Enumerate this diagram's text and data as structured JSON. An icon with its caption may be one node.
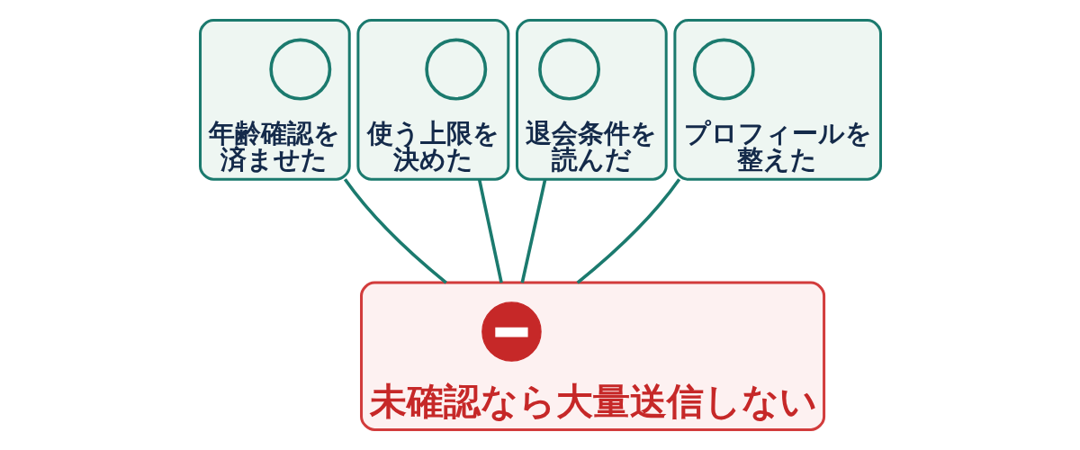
{
  "diagram": {
    "nodes": [
      {
        "text": [
          "年齢確認を済ませた"
        ]
      },
      {
        "text": [],
        "shape": "circle",
        "in": 0
      },
      {
        "text": [
          "使う上限を決めた"
        ]
      },
      {
        "text": [],
        "shape": "circle",
        "in": 2
      },
      {
        "text": [
          "退会条件を読んだ"
        ]
      },
      {
        "text": [],
        "shape": "circle",
        "in": 4
      },
      {
        "text": [
          "プロフィールを整えた"
        ]
      },
      {
        "text": [],
        "shape": "circle",
        "in": 6
      },
      {
        "text": [
          "未確認なら大量送信しない"
        ]
      },
      {
        "text": [],
        "shape": "circle",
        "in": 8
      }
    ],
    "edges": [
      {
        "from": 0,
        "to": 8,
        "arrow": "none"
      },
      {
        "from": 2,
        "to": 8,
        "arrow": "none"
      },
      {
        "from": 4,
        "to": 8,
        "arrow": "none"
      },
      {
        "from": 6,
        "to": 8,
        "arrow": "none"
      }
    ]
  }
}
